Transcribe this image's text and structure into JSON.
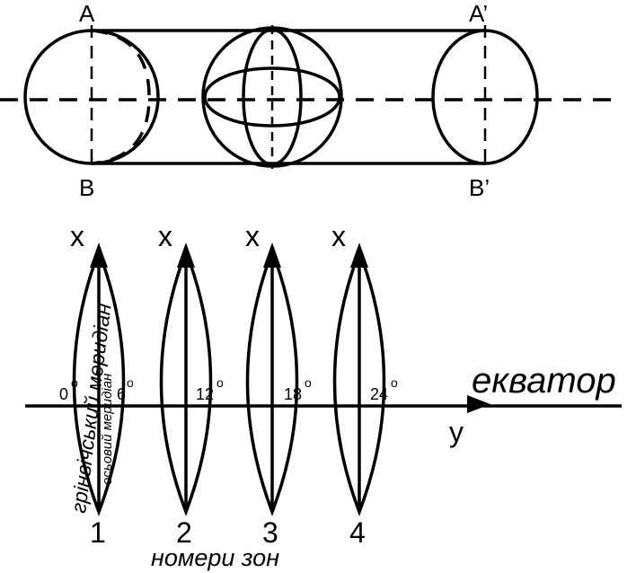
{
  "cylinder": {
    "point_a": "A",
    "point_a_prime": "A’",
    "point_b": "B",
    "point_b_prime": "B’"
  },
  "zones": {
    "axis_x": "x",
    "axis_y": "y",
    "equator_label": "екватор",
    "greenwich_label": "грінвічський меридіан",
    "axial_label": "осьовий меридіан",
    "degree_symbol": "o",
    "longitudes": [
      "0",
      "6",
      "12",
      "18",
      "24"
    ],
    "zone_numbers": [
      "1",
      "2",
      "3",
      "4"
    ],
    "zone_numbers_caption": "номери зон"
  }
}
